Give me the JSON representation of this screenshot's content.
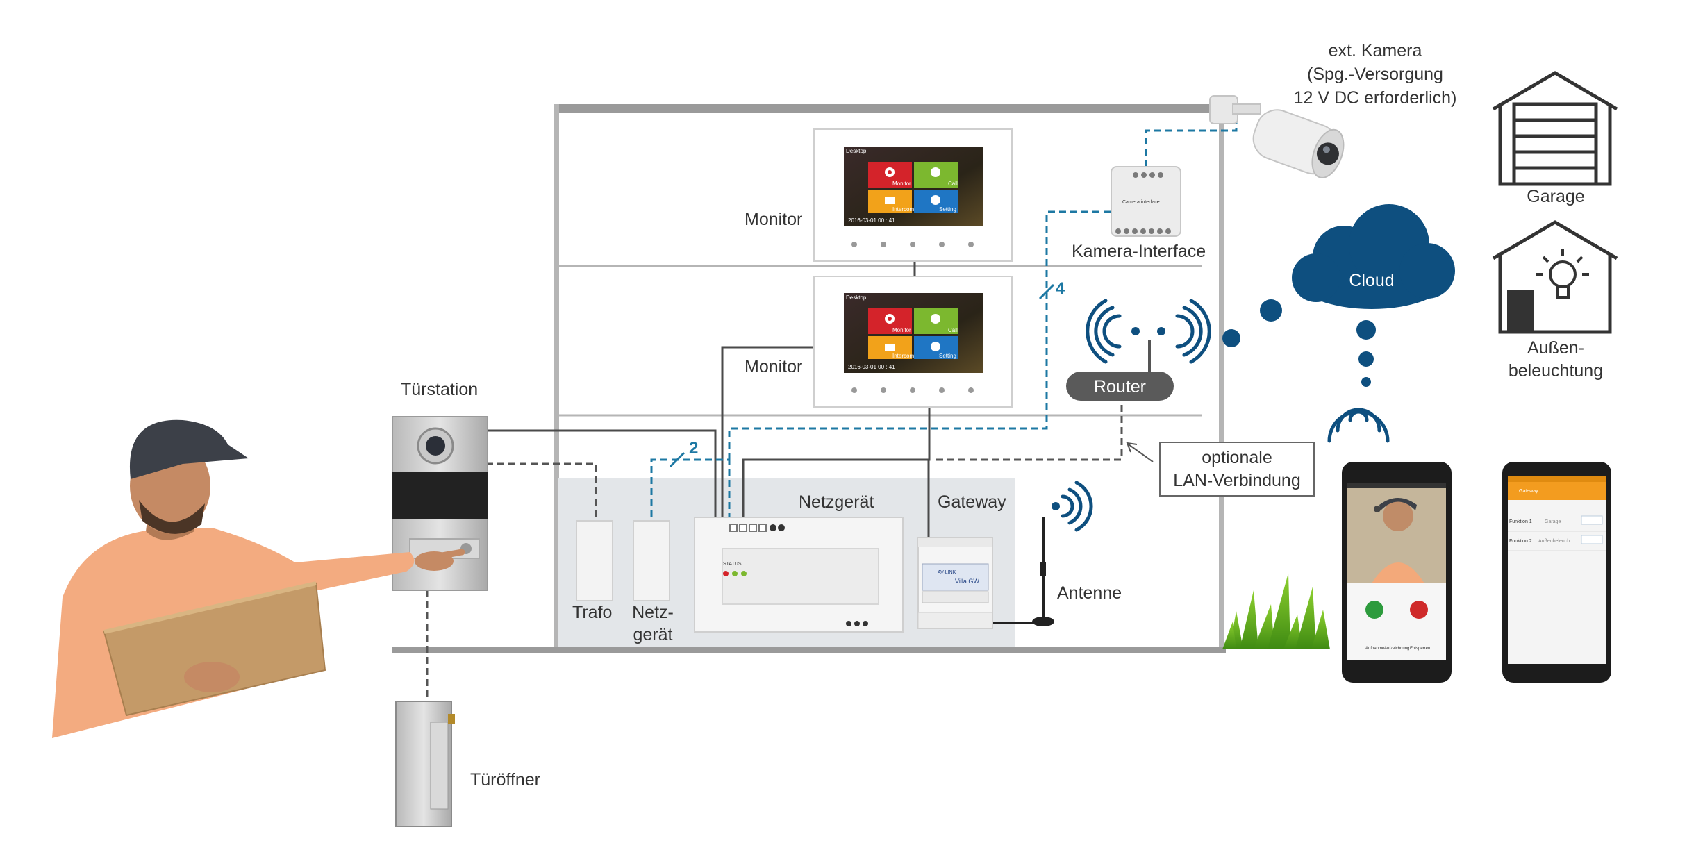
{
  "labels": {
    "tuerstation": "Türstation",
    "monitor1": "Monitor",
    "monitor2": "Monitor",
    "camera_line1": "ext. Kamera",
    "camera_line2": "(Spg.-Versorgung",
    "camera_line3": "12 V DC erforderlich)",
    "kamera_interface": "Kamera-Interface",
    "garage": "Garage",
    "aussen_line1": "Außen-",
    "aussen_line2": "beleuchtung",
    "cloud": "Cloud",
    "router": "Router",
    "lan_line1": "optionale",
    "lan_line2": "LAN-Verbindung",
    "netzgeraet_main": "Netzgerät",
    "gateway": "Gateway",
    "trafo": "Trafo",
    "netz_line1": "Netz-",
    "netz_line2": "gerät",
    "antenne": "Antenne",
    "tueroeffner": "Türöffner",
    "wire_count_2": "2",
    "wire_count_4": "4"
  },
  "monitor_screen": {
    "header": "Desktop",
    "tiles": [
      "Monitor",
      "Call",
      "Intercom",
      "Setting"
    ],
    "datetime": "2016-03-01 00 : 41"
  },
  "device_text": {
    "status": "STATUS",
    "gateway_brand": "AV-LINK",
    "gateway_model": "Villa GW",
    "camera_interface": "Camera interface"
  },
  "phone_app": {
    "gateway_title": "Gateway",
    "functions": [
      {
        "name": "Funktion 1",
        "value": "Garage"
      },
      {
        "name": "Funktion 2",
        "value": "Außenbeleuch..."
      }
    ],
    "call_actions": [
      "Aufnahme",
      "Aufzeichnung",
      "Entsperren"
    ]
  },
  "colors": {
    "dashed_blue": "#1d78a3",
    "cloud_blue": "#0e4f7f",
    "router_dark": "#5a5a5a",
    "wall_gray": "#9a9a9a",
    "tile_red": "#d4232a",
    "tile_green": "#7cb82f",
    "tile_orange": "#f2a21a",
    "tile_blue": "#1f76c4",
    "app_orange": "#f39c1f"
  }
}
